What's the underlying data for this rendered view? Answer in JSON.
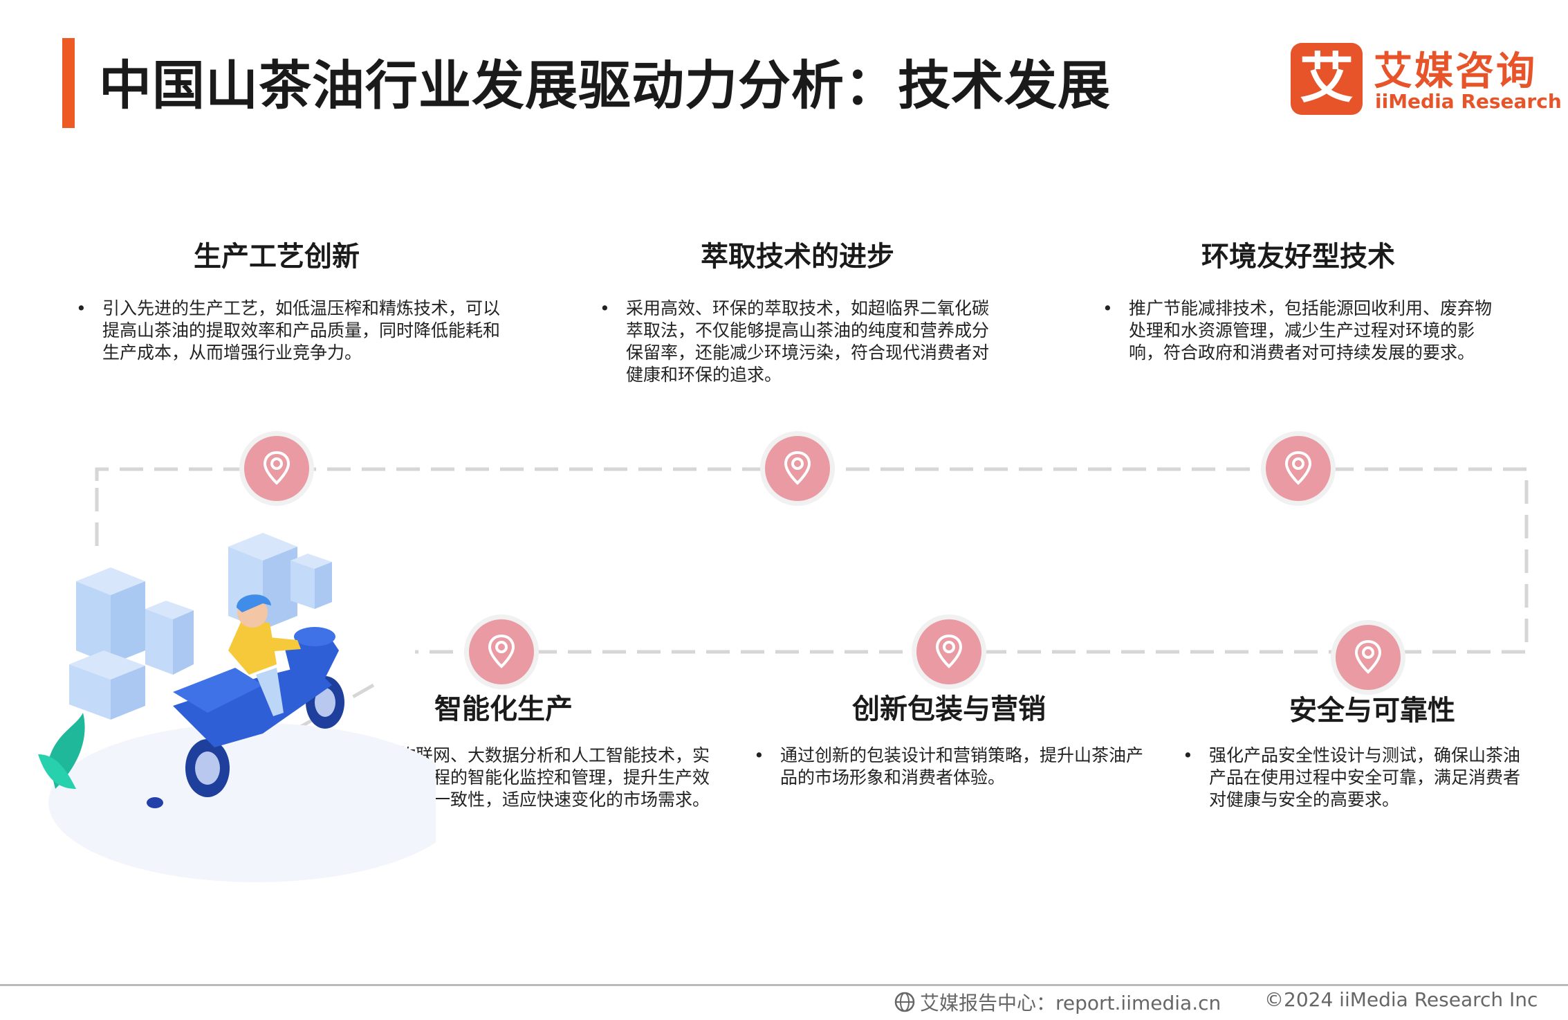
{
  "header": {
    "title": "中国山茶油行业发展驱动力分析：技术发展",
    "accent_color": "#ee5a24"
  },
  "logo": {
    "mark_char": "艾",
    "name_cn": "艾媒咨询",
    "name_en": "iiMedia Research",
    "color": "#e8542a"
  },
  "nodes": [
    {
      "title": "生产工艺创新",
      "description": "引入先进的生产工艺，如低温压榨和精炼技术，可以提高山茶油的提取效率和产品质量，同时降低能耗和生产成本，从而增强行业竞争力。",
      "icon": "location-pin-icon"
    },
    {
      "title": "萃取技术的进步",
      "description": "采用高效、环保的萃取技术，如超临界二氧化碳萃取法，不仅能够提高山茶油的纯度和营养成分保留率，还能减少环境污染，符合现代消费者对健康和环保的追求。",
      "icon": "location-pin-icon"
    },
    {
      "title": "环境友好型技术",
      "description": "推广节能减排技术，包括能源回收利用、废弃物处理和水资源管理，减少生产过程对环境的影响，符合政府和消费者对可持续发展的要求。",
      "icon": "location-pin-icon"
    },
    {
      "title": "智能化生产",
      "description": "应用物联网、大数据分析和人工智能技术，实现生产过程的智能化监控和管理，提升生产效率和产品一致性，适应快速变化的市场需求。",
      "icon": "location-pin-icon"
    },
    {
      "title": "创新包装与营销",
      "description": "通过创新的包装设计和营销策略，提升山茶油产品的市场形象和消费者体验。",
      "icon": "location-pin-icon"
    },
    {
      "title": "安全与可靠性",
      "description": "强化产品安全性设计与测试，确保山茶油产品在使用过程中安全可靠，满足消费者对健康与安全的高要求。",
      "icon": "location-pin-icon"
    }
  ],
  "bullet": "•",
  "colors": {
    "pin": "#e99aa2",
    "route": "#d6d6d6",
    "scooter": "#2f5fd6",
    "rider_shirt": "#f6c93b"
  },
  "footer": {
    "left": "艾媒报告中心：report.iimedia.cn",
    "right": "©2024  iiMedia Research  Inc"
  }
}
